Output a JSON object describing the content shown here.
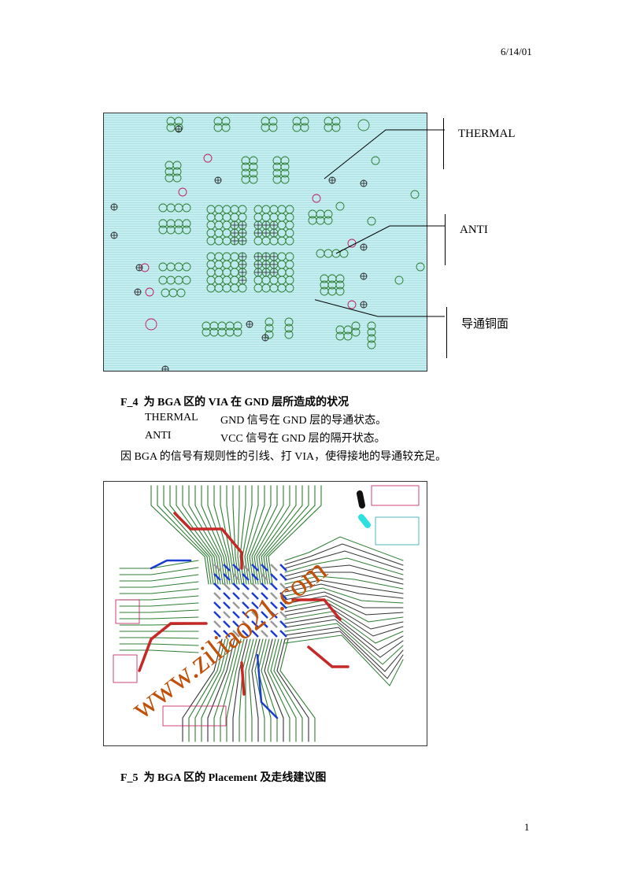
{
  "header": {
    "date": "6/14/01"
  },
  "figure4": {
    "labels": {
      "thermal": "THERMAL",
      "anti": "ANTI",
      "copper": "导通铜面"
    },
    "caption_id": "F_4",
    "caption_text": "为 BGA 区的 VIA 在 GND 层所造成的状况",
    "legend": [
      {
        "term": "THERMAL",
        "desc": "GND 信号在 GND 层的导通状态。"
      },
      {
        "term": "ANTI",
        "desc": "VCC 信号在 GND 层的隔开状态。"
      }
    ],
    "note": "因 BGA 的信号有规则性的引线、打 VIA，使得接地的导通较充足。"
  },
  "figure5": {
    "caption_id": "F_5",
    "caption_text": "为 BGA 区的 Placement 及走线建议图"
  },
  "watermark": "www.ziliao21.com",
  "footer": {
    "page_number": "1"
  },
  "colors": {
    "plane": "#c4eef0",
    "via": "#2e7d32",
    "anti": "#c2185b",
    "trace_green": "#2e7d32",
    "trace_red": "#c62828",
    "trace_blue": "#1a3ccf",
    "watermark": "#c0500a"
  }
}
